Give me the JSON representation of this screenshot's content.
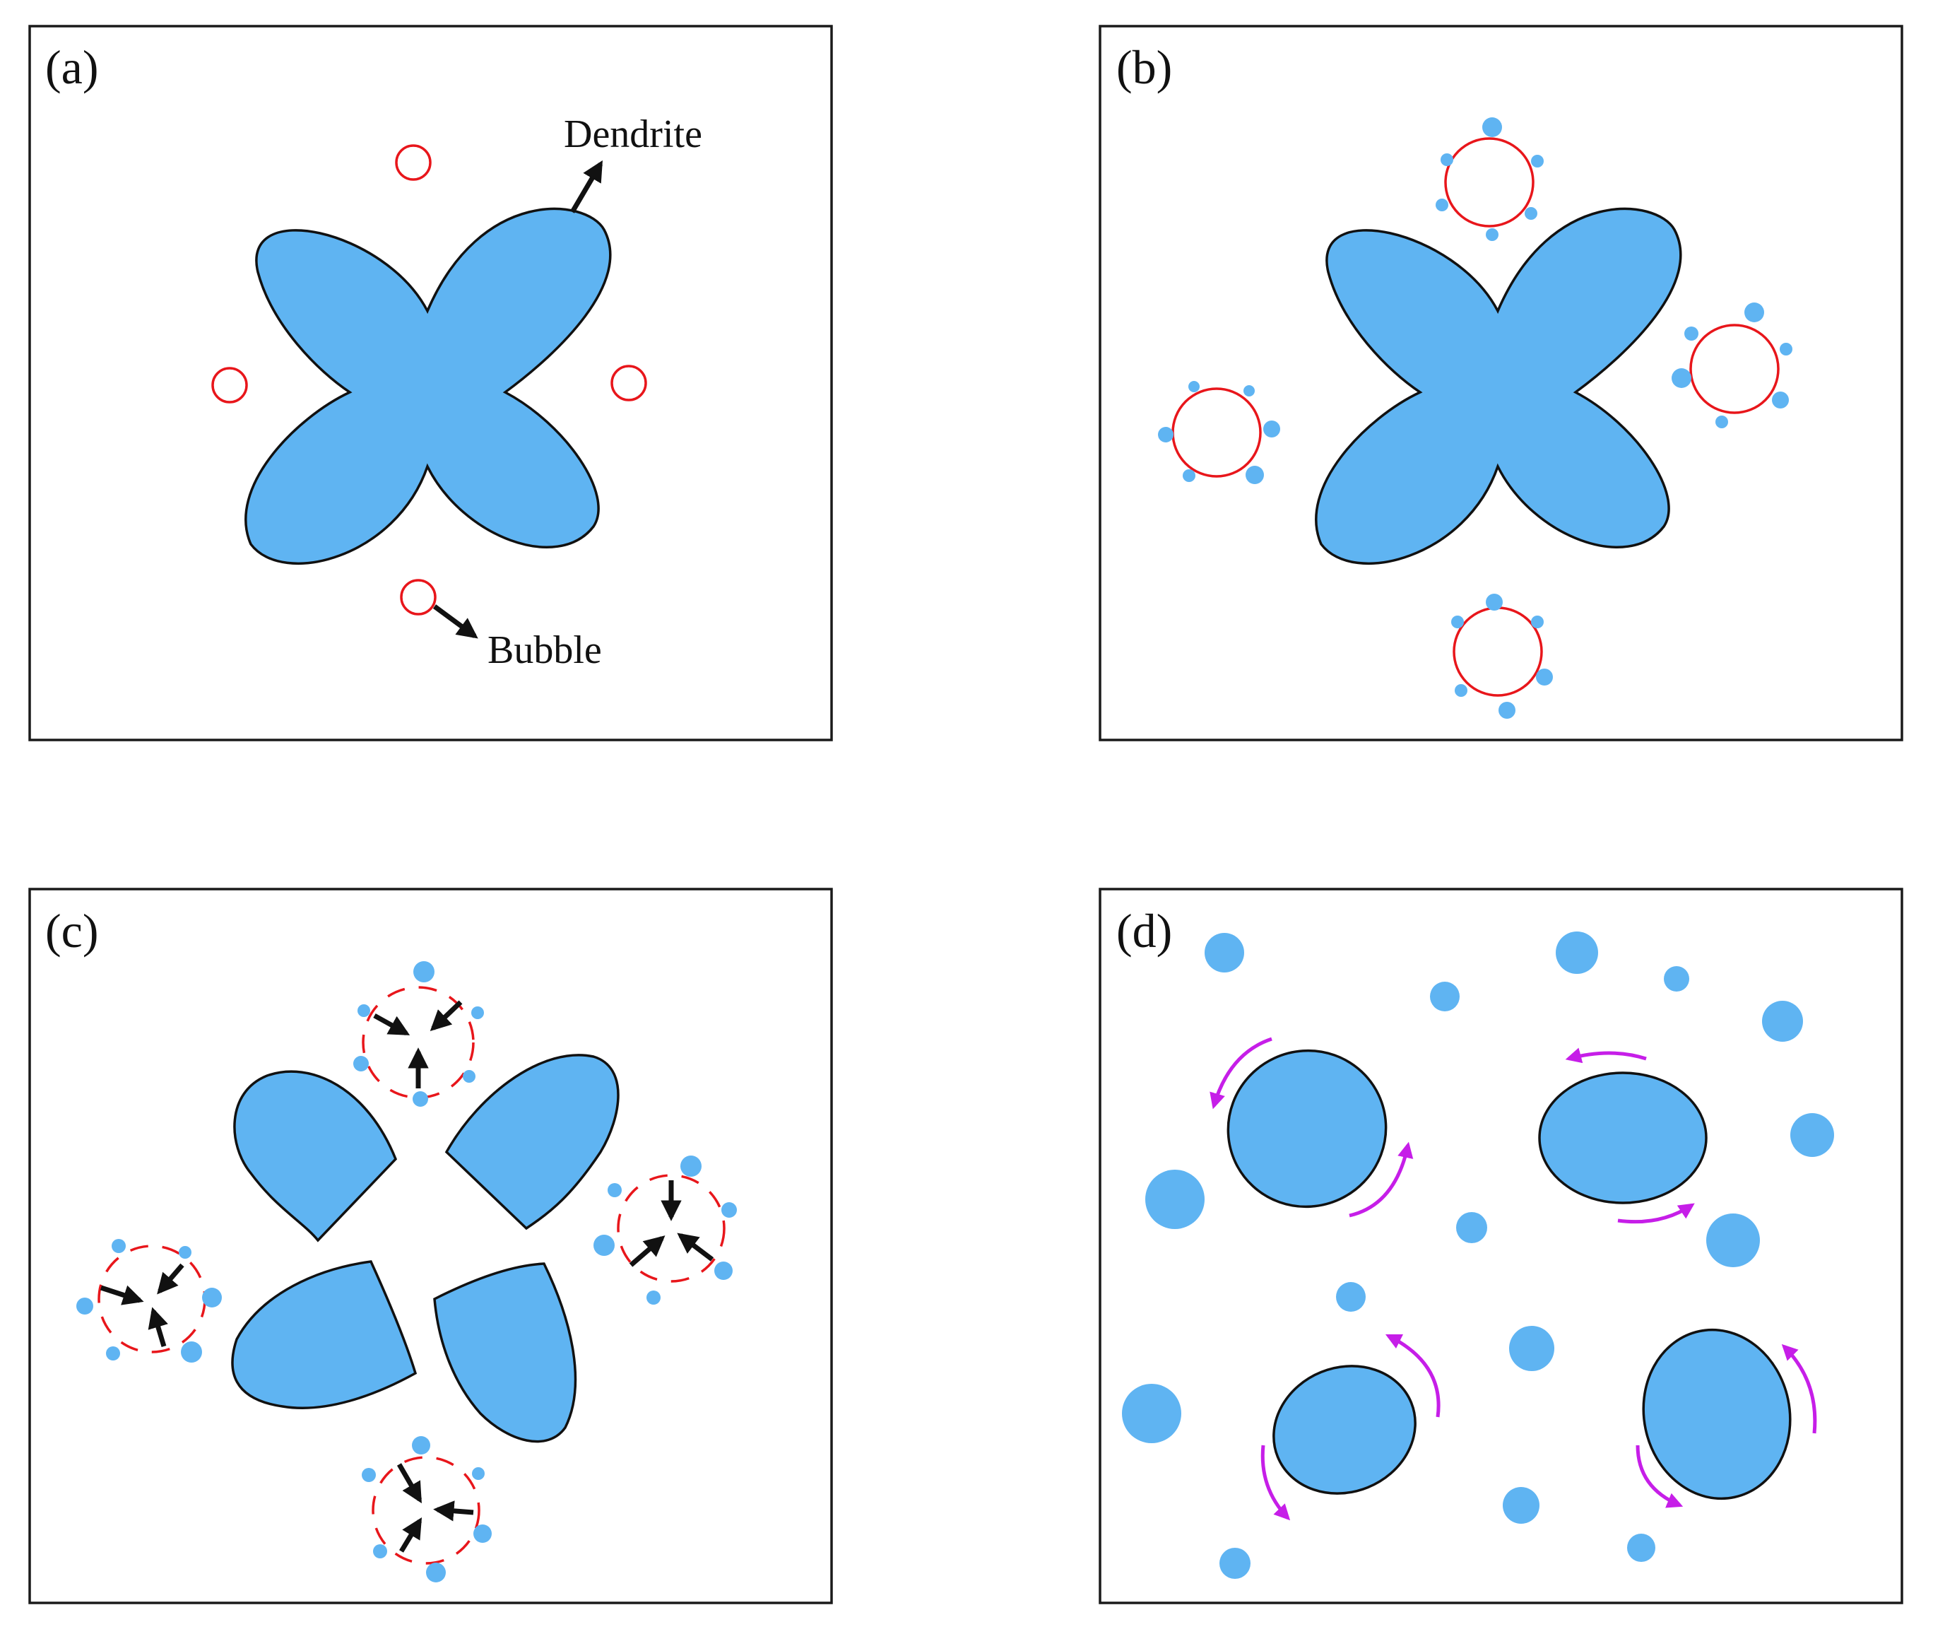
{
  "panels": {
    "a": {
      "label": "(a)"
    },
    "b": {
      "label": "(b)"
    },
    "c": {
      "label": "(c)"
    },
    "d": {
      "label": "(d)"
    }
  },
  "callouts": {
    "dendrite": "Dendrite",
    "bubble": "Bubble"
  },
  "colors": {
    "dendrite_fill": "#5fb4f2",
    "bubble_outline": "#e8161b",
    "rotation_arrow": "#c61ee8",
    "arrow": "#111111",
    "frame": "#1a1a1a"
  },
  "icons": {
    "dendrite": "four-lobed-dendrite-shape",
    "bubble": "red-ring-circle",
    "collapse_arrow": "black-arrow",
    "rotation": "curved-magenta-arrow"
  }
}
